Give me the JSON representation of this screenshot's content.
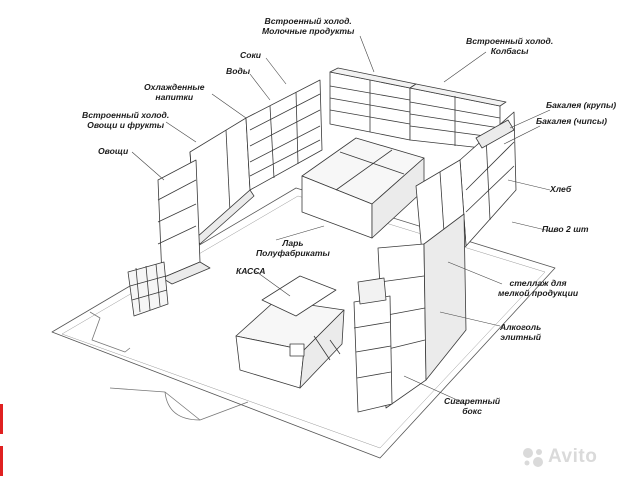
{
  "labels": {
    "built_in_dairy": "Встроенный холод.\nМолочные продукты",
    "built_in_sausage": "Встроенный холод.\nКолбасы",
    "juices": "Соки",
    "water": "Воды",
    "chilled_drinks": "Охлажденные\nнапитки",
    "built_in_veg": "Встроенный холод.\nОвощи и фрукты",
    "vegetables": "Овощи",
    "grocery_cereals": "Бакалея (крупы)",
    "grocery_chips": "Бакалея (чипсы)",
    "bread": "Хлеб",
    "beer": "Пиво 2 шт",
    "chest_freezer": "Ларь\nПолуфабрикаты",
    "cashier": "КАССА",
    "small_goods_rack": "стеллаж для\nмелкой продукции",
    "elite_alcohol": "Алкоголь\nэлитный",
    "cigarette_box": "Сигаретный\nбокс"
  },
  "watermark": {
    "text": "Avito"
  },
  "colors": {
    "line": "#3a3a3a",
    "fill": "#ffffff",
    "shade": "#ebebeb",
    "accent": "#e02020"
  }
}
